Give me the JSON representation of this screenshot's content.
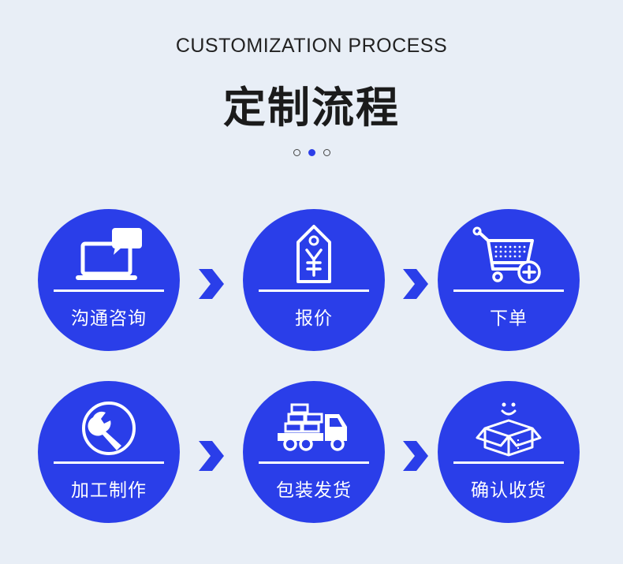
{
  "header": {
    "subtitle": "CUSTOMIZATION PROCESS",
    "title": "定制流程"
  },
  "pager": {
    "count": 3,
    "active": 2
  },
  "colors": {
    "accent": "#2a3ee9",
    "background": "#e8eef6"
  },
  "steps": [
    {
      "label": "沟通咨询",
      "icon": "laptop-chat-icon"
    },
    {
      "label": "报价",
      "icon": "price-tag-icon"
    },
    {
      "label": "下单",
      "icon": "shopping-cart-add-icon"
    },
    {
      "label": "加工制作",
      "icon": "wrench-icon"
    },
    {
      "label": "包装发货",
      "icon": "delivery-truck-icon"
    },
    {
      "label": "确认收货",
      "icon": "smiling-box-icon"
    }
  ]
}
